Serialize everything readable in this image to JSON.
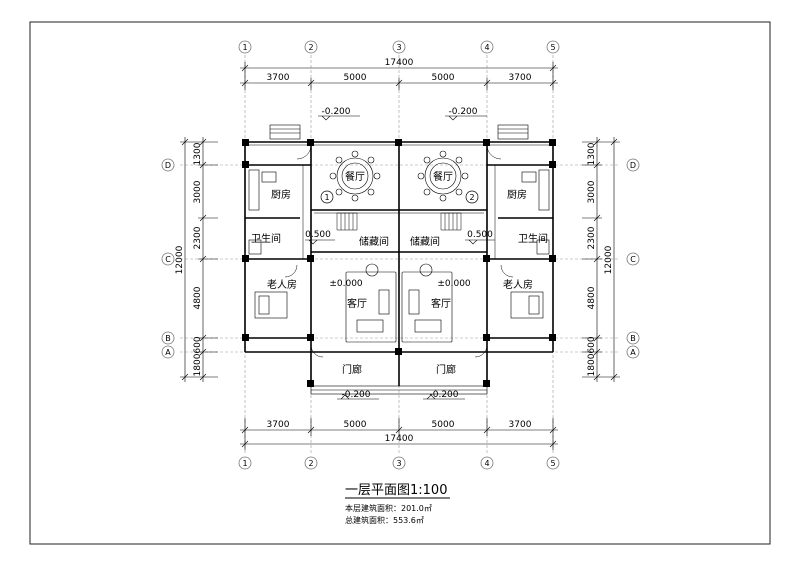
{
  "title": {
    "main": "一层平面图1:100",
    "area_floor": "本层建筑面积：201.0㎡",
    "area_total": "总建筑面积：553.6㎡"
  },
  "axes": {
    "vertical": [
      "1",
      "2",
      "3",
      "4",
      "5"
    ],
    "horizontal": [
      "D",
      "C",
      "B",
      "A"
    ]
  },
  "dimensions": {
    "top_segments": [
      "3700",
      "5000",
      "5000",
      "3700"
    ],
    "top_total": "17400",
    "bottom_segments": [
      "3700",
      "5000",
      "5000",
      "3700"
    ],
    "bottom_total": "17400",
    "left_segments": [
      "1300",
      "3000",
      "2300",
      "4800",
      "600",
      "1800"
    ],
    "left_total": "12000",
    "right_segments": [
      "1300",
      "3000",
      "2300",
      "4800",
      "600",
      "1800"
    ],
    "right_total": "12000"
  },
  "rooms": {
    "dining_left": "餐厅",
    "dining_right": "餐厅",
    "kitchen_left": "厨房",
    "kitchen_right": "厨房",
    "bath_left": "卫生间",
    "bath_right": "卫生间",
    "storage_left": "储藏间",
    "storage_right": "储藏间",
    "elder_left": "老人房",
    "elder_right": "老人房",
    "living_left": "客厅",
    "living_right": "客厅",
    "porch_left": "门廊",
    "porch_right": "门廊"
  },
  "elevations": {
    "top_left": "-0.200",
    "top_right": "-0.200",
    "step_left": "0.500",
    "step_right": "0.500",
    "living_left": "±0.000",
    "living_right": "±0.000",
    "bottom_left": "-0.200",
    "bottom_right": "-0.200"
  },
  "unit_markers": [
    "1",
    "2"
  ]
}
